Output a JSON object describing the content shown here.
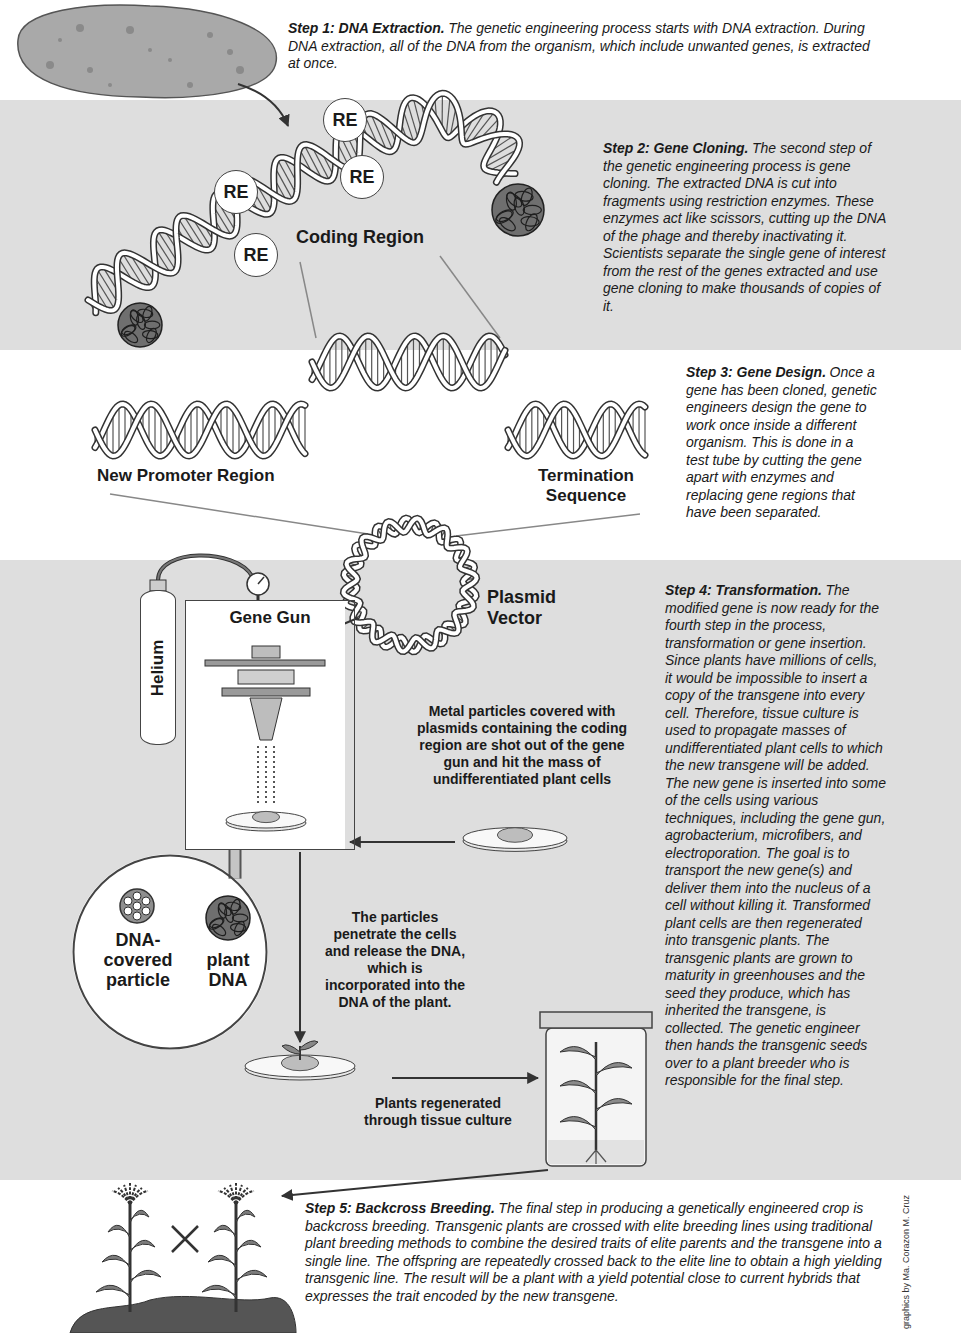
{
  "diagram": {
    "nodes": [
      {
        "text": [
          "Step 2: Gene Cloning.",
          "The second step of the genetic engineering process is gene cloning. The extracted DNA is cut into fragments using restriction enzymes. These enzymes act like scissors, cutting up the DNA of the phage and thereby inactivating it. Scientists separate the single gene of interest from the rest of the genes extracted and use gene cloning to make thousands of copies of it."
        ]
      },
      {
        "text": [
          "RE"
        ],
        "in": 0
      },
      {
        "text": [
          "RE"
        ],
        "in": 0
      },
      {
        "text": [
          "RE"
        ],
        "in": 0
      },
      {
        "text": [
          "RE"
        ],
        "in": 0
      },
      {
        "text": [
          "Step 4: Transformation.",
          "The modified gene is now ready for the fourth step in the process, transformation or gene insertion. Since plants have millions of cells, it would be impossible to insert a copy of the transgene into every cell. Therefore, tissue culture is used to propagate masses of undifferentiated plant cells to which the new transgene will be added. The new gene is inserted into some of the cells using various techniques, including the gene gun, agrobacterium, microfibers, and electroporation. The goal is to transport the new gene(s) and deliver them into the nucleus of a cell without killing it. Transformed plant cells are then regenerated into transgenic plants. The transgenic plants are grown to maturity in greenhouses and the seed they produce, which has inherited the transgene, is collected. The genetic engineer then hands the transgenic seeds over to a plant breeder who is responsible for the final step."
        ]
      },
      {
        "text": [
          "Gene Gun"
        ],
        "in": 5
      },
      {
        "text": [
          "Helium"
        ],
        "in": 5
      },
      {
        "text": [
          "DNA-covered particle",
          "plant DNA"
        ],
        "in": 5
      }
    ],
    "edges": [
      {
        "from": 6,
        "to": 8,
        "arrow": "none"
      }
    ],
    "labels": [
      "Step 1: DNA Extraction.",
      "The genetic engineering process starts with DNA extraction. During DNA extraction, all of the DNA from the organism, which include unwanted genes, is extracted at once.",
      "Coding Region",
      "Step 3: Gene Design.",
      "Once a gene has been cloned, genetic engineers design the gene to work once inside a different organism. This is done in a test tube by cutting the gene apart with enzymes and replacing gene regions that have been separated.",
      "New Promoter Region",
      "Termination Sequence",
      "Plasmid Vector",
      "Metal particles covered with plasmids containing the coding region are shot out of the gene gun and hit the mass of undifferentiated plant cells",
      "The particles penetrate the cells and release the DNA, which is incorporated into the DNA of the plant.",
      "Plants regenerated through tissue culture",
      "Step 5: Backcross Breeding.",
      "The final step in producing a genetically engineered crop is backcross breeding. Transgenic plants are crossed with elite breeding lines using traditional plant breeding methods to combine the desired traits of elite parents and the transgene into a single line. The offspring are repeatedly crossed back to the elite line to obtain a high yielding transgenic line. The result will be a plant with a yield potential close to current hybrids that expresses the trait encoded by the new transgene.",
      "graphics by Ma. Corazon M. Cruz"
    ]
  }
}
